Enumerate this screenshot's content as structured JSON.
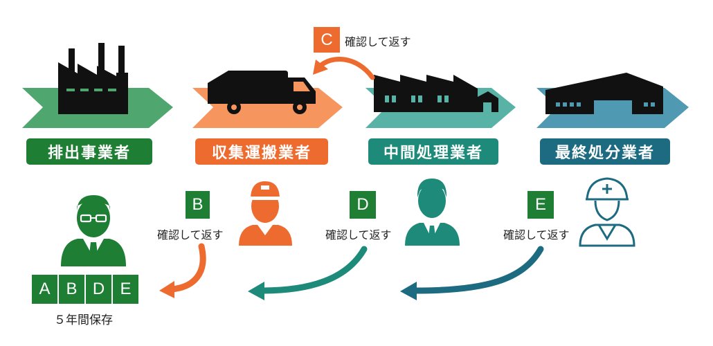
{
  "stages": [
    {
      "label": "排出事業者",
      "color": "#1e7e34"
    },
    {
      "label": "収集運搬業者",
      "color": "#ee6b2f"
    },
    {
      "label": "中間処理業者",
      "color": "#1d8a7a"
    },
    {
      "label": "最終処分業者",
      "color": "#1d6b80"
    }
  ],
  "steps": {
    "c_letter": "C",
    "c_text": "確認して返す",
    "b_letter": "B",
    "b_text": "確認して返す",
    "d_letter": "D",
    "d_text": "確認して返す",
    "e_letter": "E",
    "e_text": "確認して返す"
  },
  "storage": {
    "letters": [
      "A",
      "B",
      "D",
      "E"
    ],
    "caption": "５年間保存"
  },
  "colors": {
    "green_dark": "#1e7e34",
    "green_arrow": "#4fa66e",
    "orange": "#ee6b2f",
    "orange_arrow": "#f7955f",
    "teal": "#1d8a7a",
    "teal_arrow": "#58b3a6",
    "blue": "#1d6b80",
    "blue_arrow": "#4f99b3",
    "black": "#111111"
  }
}
